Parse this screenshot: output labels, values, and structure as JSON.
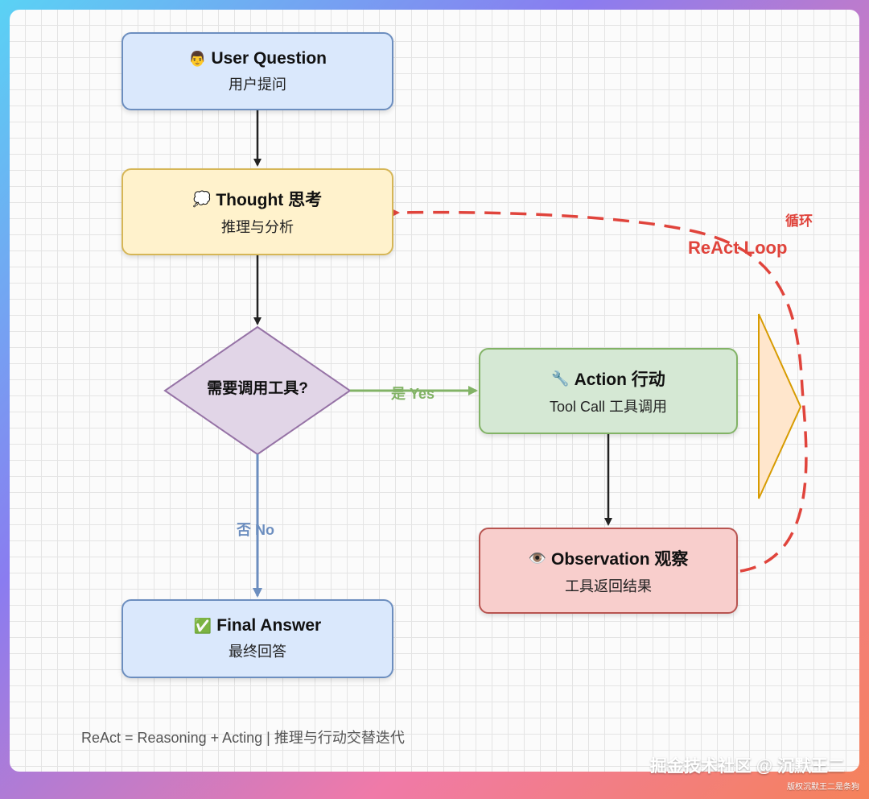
{
  "nodes": {
    "user": {
      "icon": "👨",
      "title": "User Question",
      "sub": "用户提问"
    },
    "thought": {
      "icon": "💭",
      "title": "Thought 思考",
      "sub": "推理与分析"
    },
    "decision": {
      "label": "需要调用工具?"
    },
    "action": {
      "icon": "🔧",
      "title": "Action 行动",
      "sub": "Tool Call 工具调用"
    },
    "observation": {
      "icon": "👁️",
      "title": "Observation 观察",
      "sub": "工具返回结果"
    },
    "final": {
      "icon": "✅",
      "title": "Final Answer",
      "sub": "最终回答"
    }
  },
  "edges": {
    "yes_label": "是 Yes",
    "no_label": "否 No",
    "loop_label_cn": "循环",
    "loop_label_en": "ReAct Loop"
  },
  "caption": "ReAct = Reasoning + Acting | 推理与行动交替迭代",
  "watermark": {
    "main": "掘金技术社区 @ 沉默王二",
    "sub": "版权沉默王二是条狗"
  },
  "colors": {
    "blue_fill": "#dae8fc",
    "blue_stroke": "#6c8ebf",
    "yellow_fill": "#fff2cc",
    "yellow_stroke": "#d6b656",
    "purple_fill": "#e1d5e7",
    "purple_stroke": "#9673a6",
    "green_fill": "#d5e8d4",
    "green_stroke": "#82b366",
    "red_fill": "#f8cecc",
    "red_stroke": "#b85450",
    "loop": "#e0443c",
    "orange_fill": "#ffe6cc"
  }
}
